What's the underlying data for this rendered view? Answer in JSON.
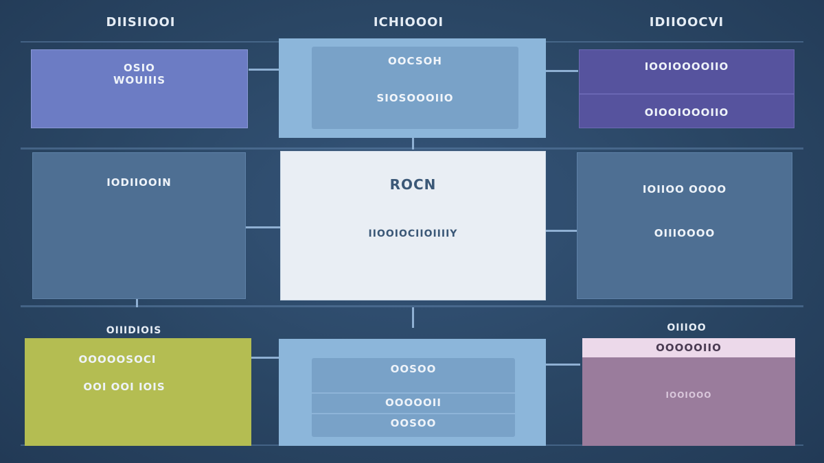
{
  "headers": {
    "col1": "DIISIIOOI",
    "col2": "ICHIOOOI",
    "col3": "IDIIOOCVI"
  },
  "top_left": {
    "line1": "OSIO",
    "line2": "WOUIIIS"
  },
  "top_middle": {
    "line1": "OOCSOH",
    "line2": "SIOSOOOIIO"
  },
  "top_right": {
    "row1": "IOOIOOOOIIO",
    "row2": "OIOOIOOOIIO"
  },
  "mid_left": {
    "line1": "IODIIOOIN"
  },
  "center": {
    "title": "ROCN",
    "subtitle": "IIOOIOCIIOIIIIY"
  },
  "mid_right": {
    "line1": "IOIIOO OOOO",
    "line2": "OIIIOOOO"
  },
  "bottom_left": {
    "label": "OIIIDIOIS",
    "line1": "OOOOOSOCI",
    "line2": "OOI OOI IOIS"
  },
  "bottom_middle": {
    "line1": "OOSOO",
    "line2": "OOOOOII",
    "line3": "OOSOO"
  },
  "bottom_right": {
    "label": "OIIIOO",
    "header": "OOOOOIIO",
    "line1": "IOOIOOO"
  },
  "colors": {
    "background": "#2b4866",
    "indigo": "#6c7cc4",
    "steel": "#4e6f93",
    "sky": "#8cb6da",
    "paper": "#e9eef4",
    "purple": "#56539e",
    "olive": "#b4bd52",
    "mauve": "#9a7c9c",
    "pink": "#ecd9ea"
  }
}
